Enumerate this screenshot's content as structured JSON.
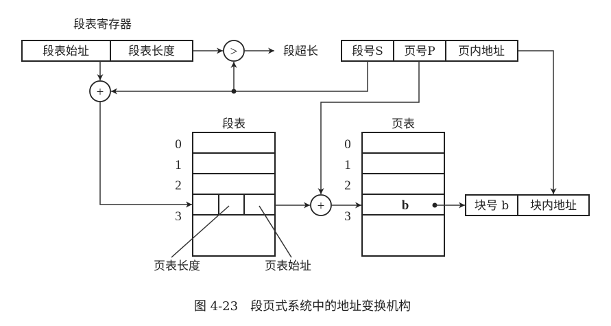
{
  "register": {
    "title": "段表寄存器",
    "fields": [
      "段表始址",
      "段表长度"
    ]
  },
  "comparator": {
    "symbol": ">",
    "output_label": "段超长"
  },
  "logical_address": {
    "fields": [
      "段号S",
      "页号P",
      "页内地址"
    ]
  },
  "adder_symbol": "+",
  "segment_table": {
    "title": "段表",
    "row_labels": [
      "0",
      "1",
      "2",
      "3"
    ],
    "entry_labels": {
      "page_table_length": "页表长度",
      "page_table_start": "页表始址"
    }
  },
  "page_table": {
    "title": "页表",
    "row_labels": [
      "0",
      "1",
      "2",
      "3"
    ],
    "entry_value": "b"
  },
  "physical_address": {
    "fields": [
      "块号 b",
      "块内地址"
    ]
  },
  "caption": "图 4-23　段页式系统中的地址变换机构"
}
